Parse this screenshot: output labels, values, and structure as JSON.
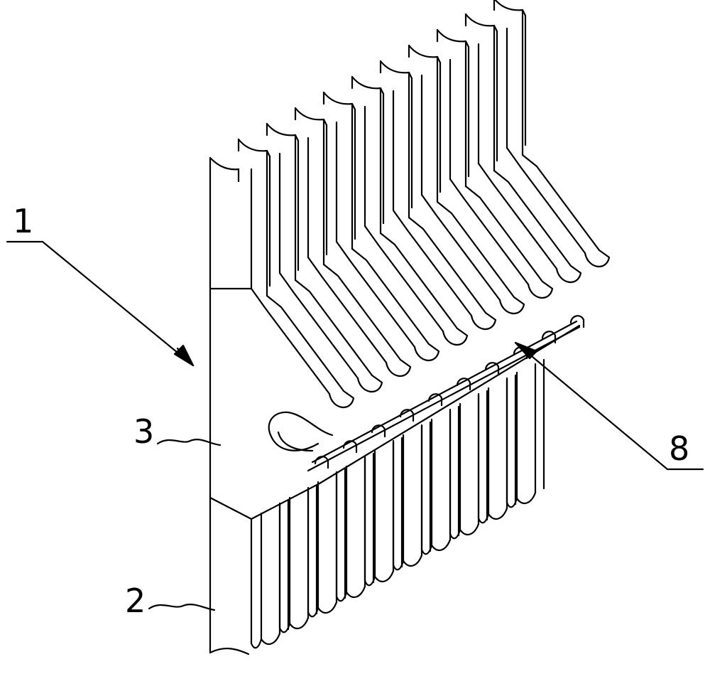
{
  "figure": {
    "callouts": [
      {
        "id": "callout-1",
        "text": "1"
      },
      {
        "id": "callout-3",
        "text": "3"
      },
      {
        "id": "callout-2",
        "text": "2"
      },
      {
        "id": "callout-8",
        "text": "8"
      }
    ],
    "component_counts": {
      "upper_fins": 10,
      "lower_fins": 10
    },
    "colors": {
      "line": "#000000",
      "background": "#ffffff"
    }
  }
}
